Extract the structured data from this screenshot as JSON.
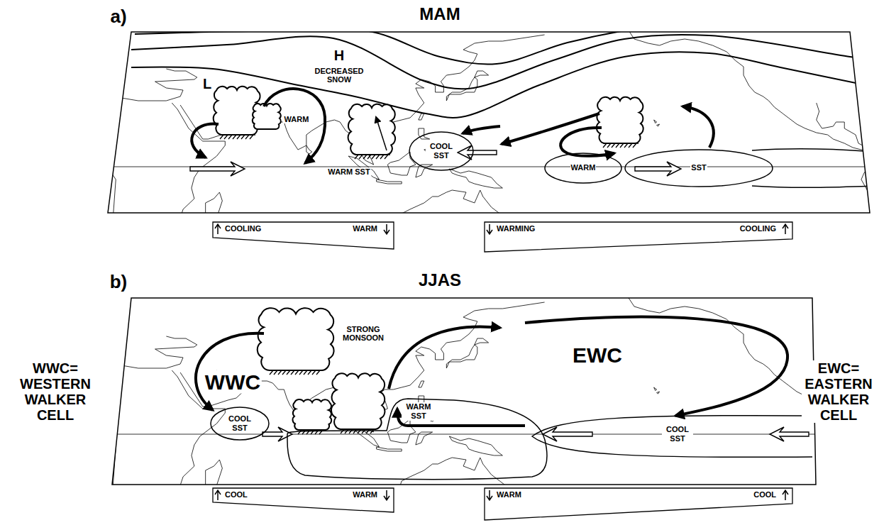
{
  "diagram": {
    "nodes": [
      {
        "text": [
          "COOL SST"
        ]
      },
      {
        "text": [
          "WARM"
        ]
      },
      {
        "text": [
          "SST"
        ]
      },
      {
        "text": [
          "COOLING",
          "WARM"
        ]
      },
      {
        "text": [
          "WARMING",
          "COOLING"
        ]
      },
      {
        "text": [
          "COOL SST"
        ]
      },
      {
        "text": [
          "WARM SST"
        ]
      },
      {
        "text": [
          "COOL SST"
        ]
      },
      {
        "text": [
          "COOL",
          "WARM"
        ]
      },
      {
        "text": [
          "WARM",
          "COOL"
        ]
      }
    ],
    "labels": [
      "a)",
      "MAM",
      "H",
      "DECREASED SNOW",
      "L",
      "WARM",
      "WARM SST",
      "b)",
      "JJAS",
      "WWC= WESTERN WALKER CELL",
      "STRONG MONSOON",
      "EWC= EASTERN WALKER CELL",
      "WWC",
      "EWC"
    ]
  }
}
